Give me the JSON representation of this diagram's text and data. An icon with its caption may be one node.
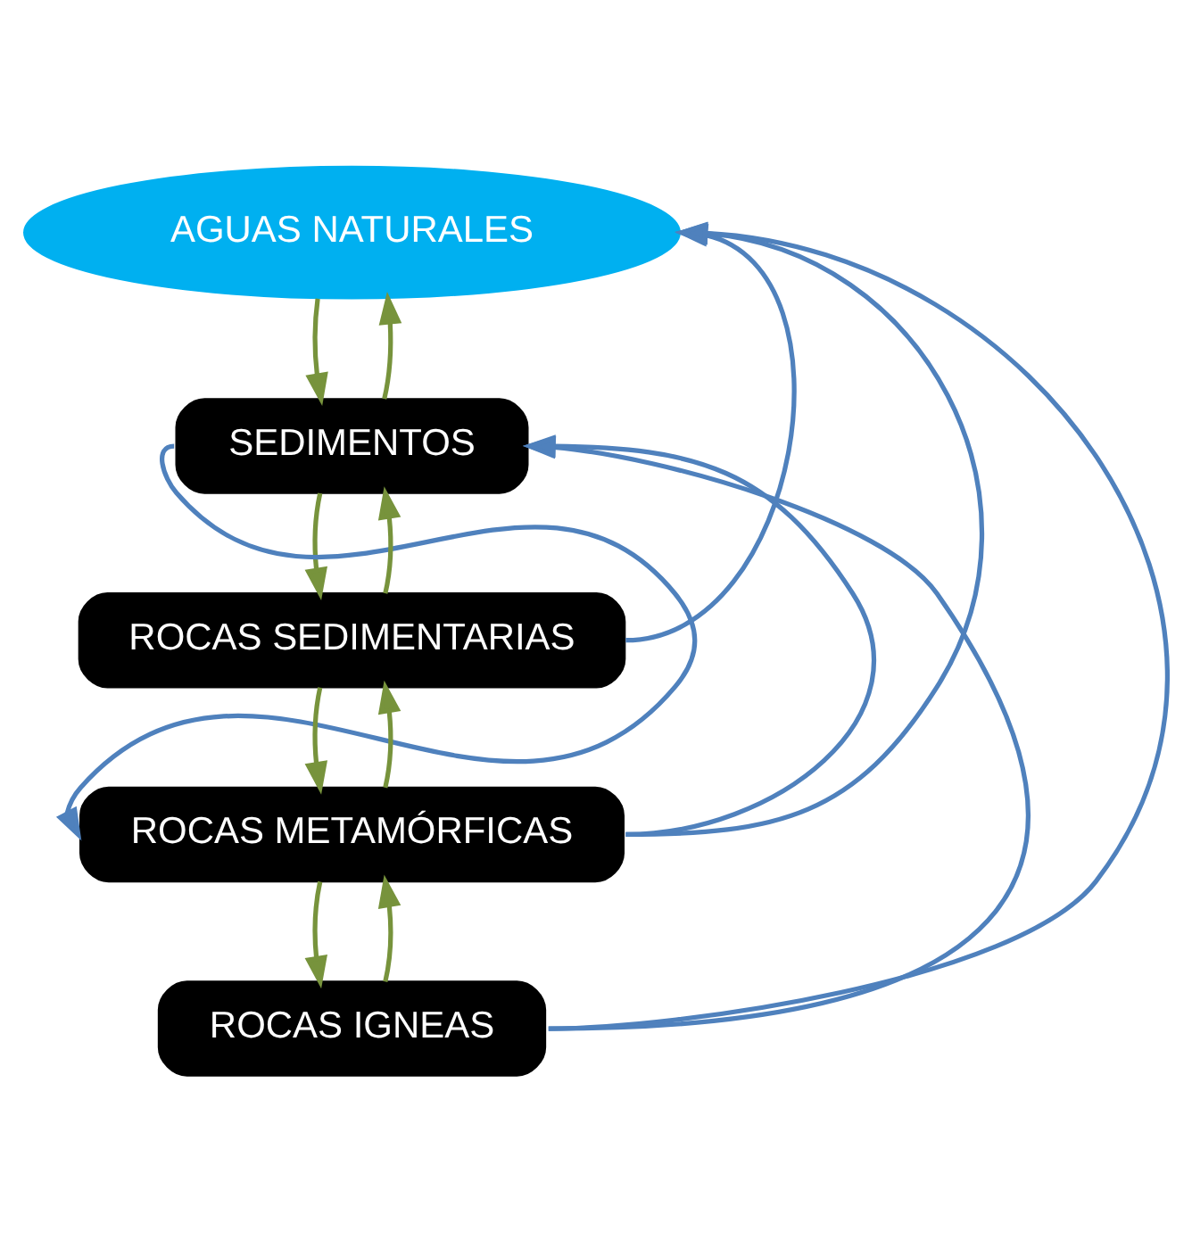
{
  "diagram": {
    "nodes": [
      {
        "text": [
          "AGUAS NATURALES"
        ]
      },
      {
        "text": [
          "SEDIMENTOS"
        ]
      },
      {
        "text": [
          "ROCAS SEDIMENTARIAS"
        ]
      },
      {
        "text": [
          "ROCAS METAMÓRFICAS"
        ]
      },
      {
        "text": [
          "ROCAS IGNEAS"
        ]
      }
    ],
    "edges": [
      {
        "from": 0,
        "to": 1,
        "arrow": "to",
        "color": "#77933c"
      },
      {
        "from": 1,
        "to": 0,
        "arrow": "to",
        "color": "#77933c"
      },
      {
        "from": 1,
        "to": 2,
        "arrow": "to",
        "color": "#77933c"
      },
      {
        "from": 2,
        "to": 1,
        "arrow": "to",
        "color": "#77933c"
      },
      {
        "from": 2,
        "to": 3,
        "arrow": "to",
        "color": "#77933c"
      },
      {
        "from": 3,
        "to": 2,
        "arrow": "to",
        "color": "#77933c"
      },
      {
        "from": 3,
        "to": 4,
        "arrow": "to",
        "color": "#77933c"
      },
      {
        "from": 4,
        "to": 3,
        "arrow": "to",
        "color": "#77933c"
      },
      {
        "from": 2,
        "to": 0,
        "arrow": "to",
        "color": "#4f81bd"
      },
      {
        "from": 3,
        "to": 0,
        "arrow": "to",
        "color": "#4f81bd"
      },
      {
        "from": 3,
        "to": 1,
        "arrow": "to",
        "color": "#4f81bd"
      },
      {
        "from": 4,
        "to": 1,
        "arrow": "to",
        "color": "#4f81bd"
      },
      {
        "from": 4,
        "to": 0,
        "arrow": "to",
        "color": "#4f81bd"
      },
      {
        "from": 1,
        "to": 3,
        "arrow": "to",
        "color": "#4f81bd"
      }
    ]
  }
}
